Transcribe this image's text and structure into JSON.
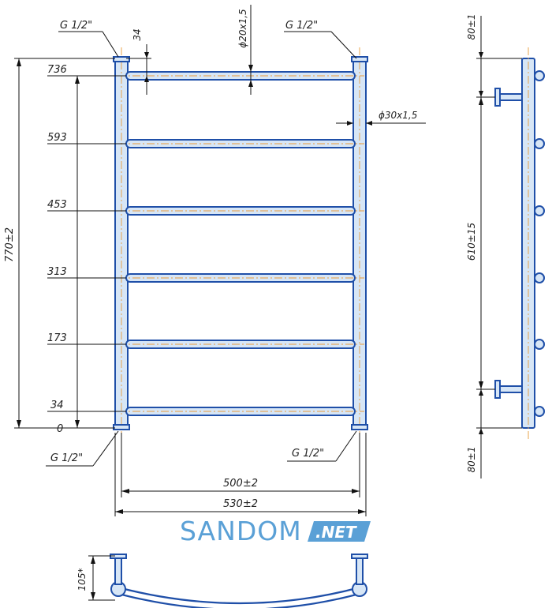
{
  "front_view": {
    "callouts": {
      "thread_top_left": "G 1/2\"",
      "thread_top_right": "G 1/2\"",
      "thread_bottom_left": "G 1/2\"",
      "thread_bottom_right": "G 1/2\"",
      "top_offset": "34",
      "rung_tube": "ϕ20x1,5",
      "riser_tube": "ϕ30x1,5"
    },
    "level_labels": [
      "736",
      "593",
      "453",
      "313",
      "173",
      "34",
      "0"
    ],
    "total_height": "770±2",
    "center_width": "500±2",
    "overall_width": "530±2"
  },
  "side_view": {
    "top_gap": "80±1",
    "mount_spacing": "610±15",
    "bottom_gap": "80±1"
  },
  "top_view": {
    "depth": "105*"
  },
  "watermark": {
    "brand": "SANDOM",
    "suffix": ".NET",
    "color": "#5aa0d6"
  }
}
